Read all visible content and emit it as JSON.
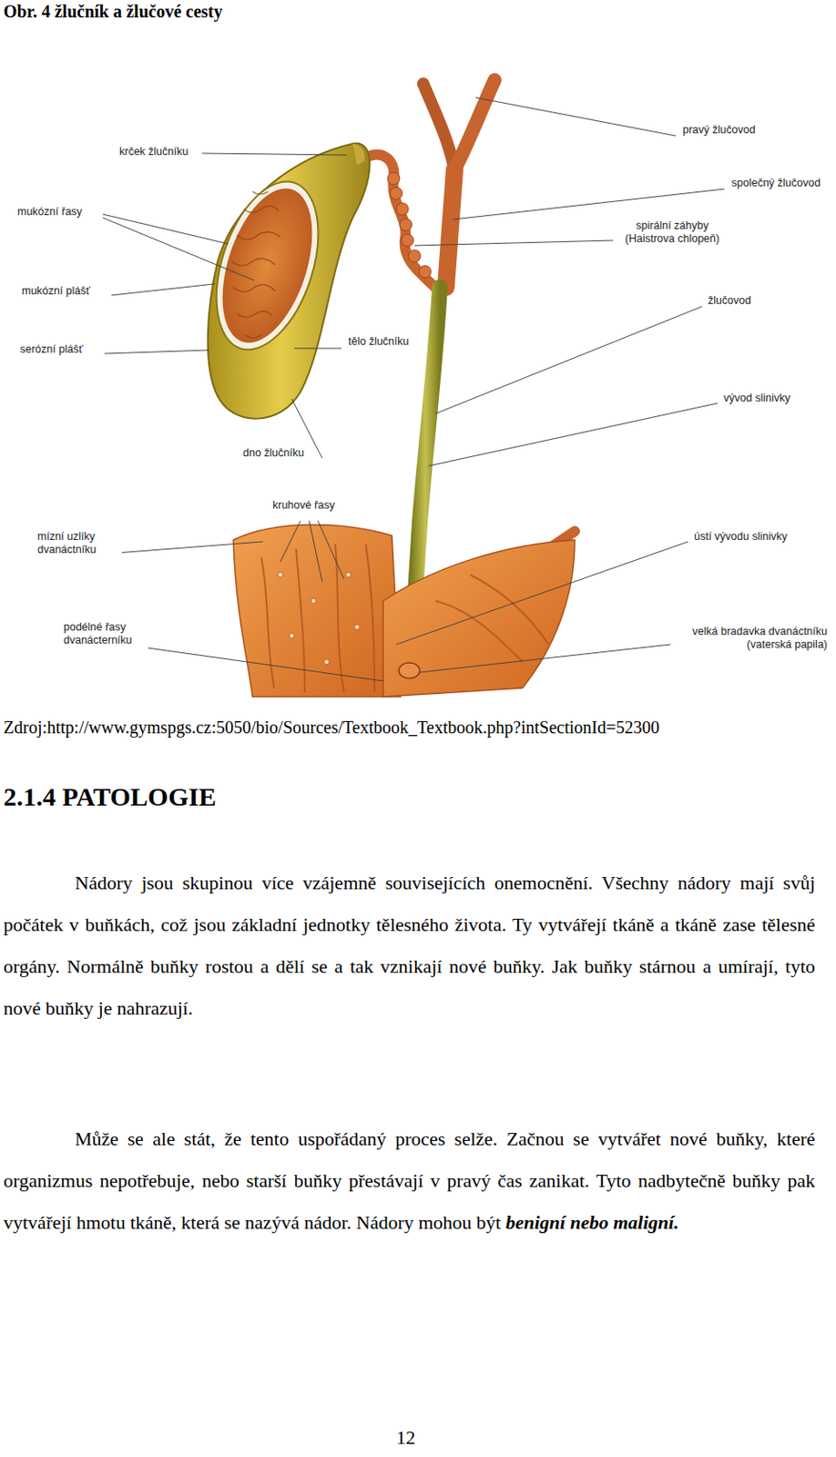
{
  "diagram": {
    "title": "Obr. 4 žlučník a žlučové cesty",
    "labels": [
      "krček žlučníku",
      "pravý žlučovod",
      "společný žlučovod",
      "mukózní řasy",
      "spirální záhyby (Haistrova chlopeň)",
      "mukózní plášť",
      "žlučovod",
      "serózní plášť",
      "tělo žlučníku",
      "vývod slinivky",
      "dno žlučníku",
      "kruhové řasy",
      "mízní uzlíky dvanáctníku",
      "ústí vývodu slinivky",
      "podélné řasy dvanácterníku",
      "velká bradavka dvanáctníku (vaterská papila)",
      "Zdroj:http://www.gymspgs.cz:5050/bio/Sources/Textbook_Textbook.php?intSectionId=52300",
      "2.1.4 PATOLOGIE",
      "Nádory jsou skupinou více vzájemně souvisejících onemocnění. Všechny nádory mají svůj počátek v buňkách, což jsou základní jednotky tělesného života. Ty vytvářejí tkáně a tkáně zase tělesné orgány. Normálně buňky rostou a dělí se a tak vznikají nové buňky. Jak buňky stárnou a umírají, tyto nové buňky je nahrazují.",
      "Může se ale stát, že tento uspořádaný proces selže. Začnou se vytvářet nové buňky, které organizmus nepotřebuje, nebo starší buňky přestávají v pravý čas zanikat. Tyto nadbytečně buňky pak vytvářejí hmotu tkáně, která se nazývá nádor. Nádory mohou být",
      "benigní nebo maligní.",
      "12"
    ]
  }
}
